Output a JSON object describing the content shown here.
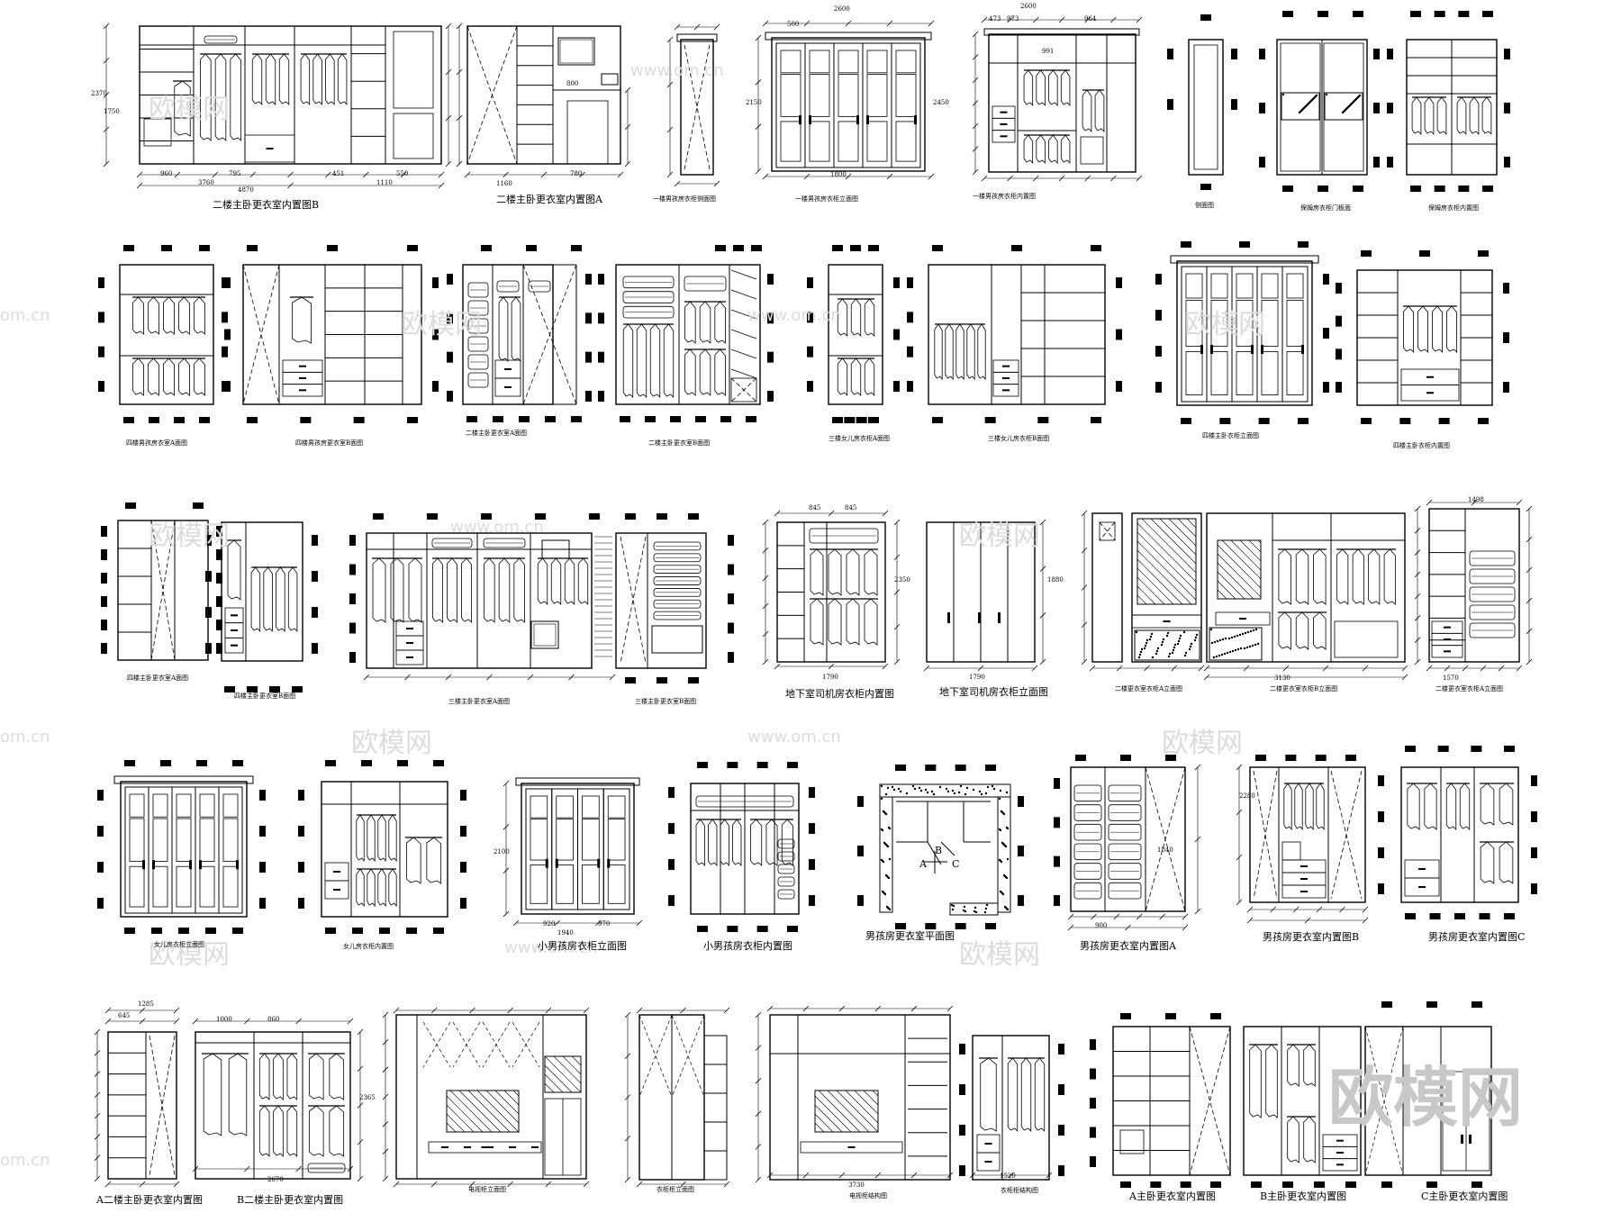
{
  "watermark": {
    "brand": "欧模网",
    "url": "www.om.cn",
    "domain_fragment": "om.cn"
  },
  "labels": {
    "r1_1": "二楼主卧更衣室内置图B",
    "r1_2": "二楼主卧更衣室内置图A",
    "r1_3": "一楼男孩房衣柜侧面图",
    "r1_4": "一楼男孩房衣柜立面图",
    "r1_5": "一楼男孩房衣柜内置图",
    "r1_6": "侧面图",
    "r1_7": "保姆房衣柜门板面",
    "r1_8": "保姆房衣柜内置图",
    "r2_1": "四楼男孩房衣室A面图",
    "r2_2": "四楼男孩房更衣室B面图",
    "r2_3": "二楼主卧更衣室A面图",
    "r2_4": "二楼主卧更衣室B面图",
    "r2_5": "三楼女儿房衣柜A面图",
    "r2_6": "三楼女儿房衣柜B面图",
    "r2_7": "四楼主卧衣柜立面图",
    "r2_8": "四楼主卧衣柜内置图",
    "r3_1": "四楼主卧更衣室A面图",
    "r3_2": "四楼主卧更衣室B面图",
    "r3_3": "三楼主卧更衣室A面图",
    "r3_4": "三楼主卧更衣室B面图",
    "r3_5": "地下室司机房衣柜内置图",
    "r3_6": "地下室司机房衣柜立面图",
    "r3_7": "二楼更衣室衣柜A立面图",
    "r3_8": "二楼更衣室衣柜B立面图",
    "r3_9": "二楼更衣室衣柜A立面图",
    "r4_1": "女儿房衣柜立面图",
    "r4_2": "女儿房衣柜内置图",
    "r4_3": "小男孩房衣柜立面图",
    "r4_4": "小男孩房衣柜内置图",
    "r4_5": "男孩房更衣室平面图",
    "r4_6": "男孩房更衣室内置图A",
    "r4_7": "男孩房更衣室内置图B",
    "r4_8": "男孩房更衣室内置图C",
    "r5_1": "A二楼主卧更衣室内置图",
    "r5_2": "B二楼主卧更衣室内置图",
    "r5_3": "电视柜立面图",
    "r5_4": "衣柜柜立面图",
    "r5_5": "电视柜结构图",
    "r5_6": "衣柜柜结构图",
    "r5_7": "A主卧更衣室内置图",
    "r5_8": "B主卧更衣室内置图",
    "r5_9": "C主卧更衣室内置图"
  },
  "dimensions": {
    "d_4870": "4870",
    "d_3760": "3760",
    "d_1110": "1110",
    "d_2370": "2370",
    "d_1750": "1750",
    "d_960": "960",
    "d_795": "795",
    "d_451": "451",
    "d_550": "550",
    "d_780": "780",
    "d_1160": "1160",
    "d_800": "800",
    "d_2600a": "2600",
    "d_2600b": "2600",
    "d_2150": "2150",
    "d_2450": "2450",
    "d_1800": "1800",
    "d_500": "500",
    "d_973": "973",
    "d_964": "964",
    "d_991": "991",
    "d_473": "473",
    "d_845a": "845",
    "d_845b": "845",
    "d_1790a": "1790",
    "d_1790b": "1790",
    "d_2350": "2350",
    "d_1880": "1880",
    "d_3130": "3130",
    "d_1570": "1570",
    "d_1498": "1498",
    "d_1940": "1940",
    "d_920": "920",
    "d_970": "970",
    "d_2100": "2100",
    "d_900": "900",
    "d_1840": "1840",
    "d_2280": "2280",
    "d_1285": "1285",
    "d_645": "645",
    "d_2670": "2670",
    "d_1000": "1000",
    "d_860": "860",
    "d_2365": "2365",
    "d_1520": "1520",
    "d_3730": "3730"
  },
  "plan_marks": {
    "a": "A",
    "b": "B",
    "c": "C"
  }
}
